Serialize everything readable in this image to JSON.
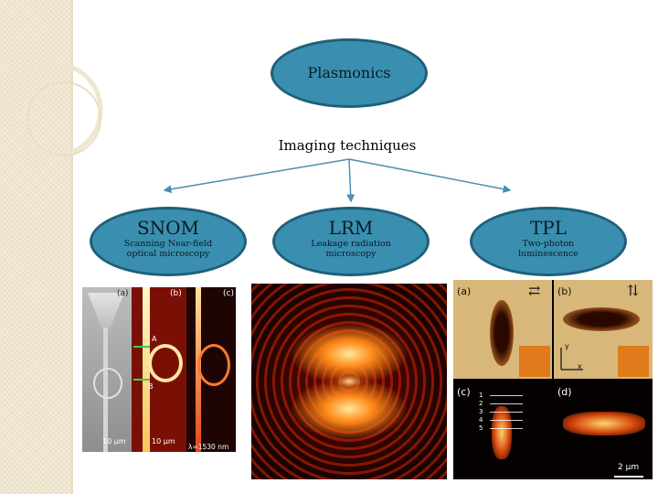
{
  "root": {
    "label": "Plasmonics"
  },
  "subheading": "Imaging techniques",
  "techniques": [
    {
      "abbr": "SNOM",
      "full": "Scanning Near-field optical microscopy"
    },
    {
      "abbr": "LRM",
      "full": "Leakage radiation microscopy"
    },
    {
      "abbr": "TPL",
      "full": "Two-photon luminescence"
    }
  ],
  "snom_image": {
    "panel_a": "(a)",
    "panel_b": "(b)",
    "panel_c": "(c)",
    "marker_a": "A",
    "marker_b": "B",
    "scale_a": "10 μm",
    "scale_b": "10 μm",
    "wavelength": "λ=1530 nm"
  },
  "tpl_image": {
    "panel_a": "(a)",
    "panel_b": "(b)",
    "panel_c": "(c)",
    "panel_d": "(d)",
    "axis_y": "y",
    "axis_x": "x",
    "rows": [
      "1",
      "2",
      "3",
      "4",
      "5"
    ],
    "scale": "2 μm"
  },
  "colors": {
    "ellipse_fill": "#3a8fb0",
    "ellipse_border": "#1f5f7a",
    "connector": "#4a90b0"
  }
}
